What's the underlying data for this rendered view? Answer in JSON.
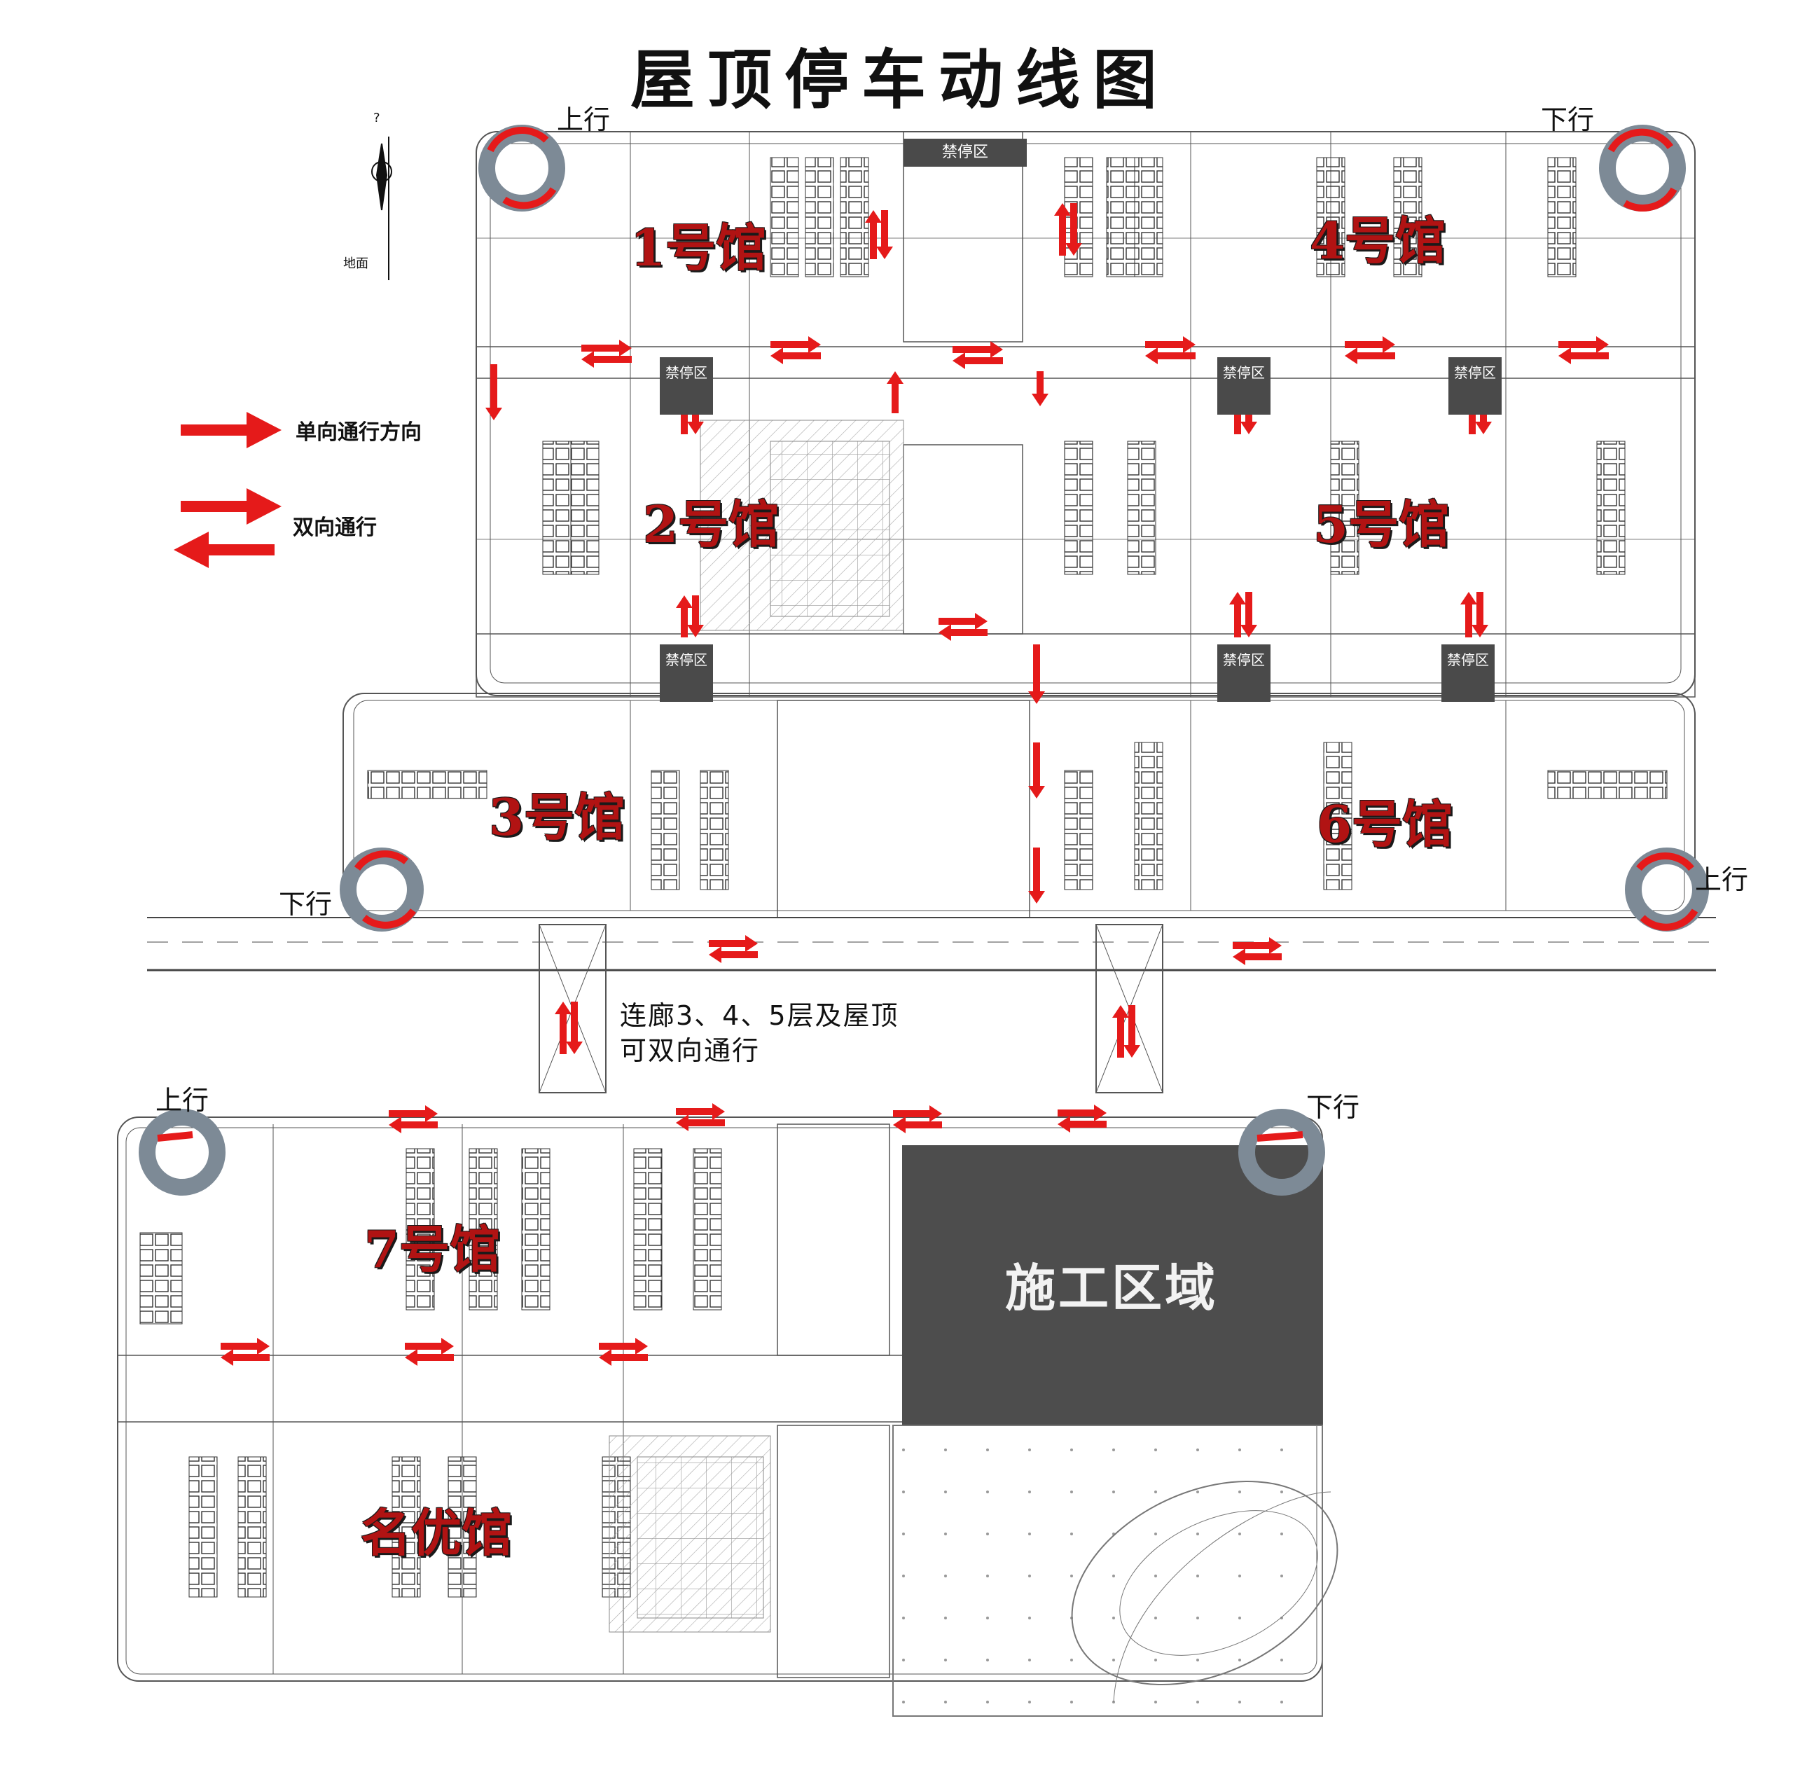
{
  "title": "屋顶停车动线图",
  "halls": {
    "h1": "1号馆",
    "h2": "2号馆",
    "h3": "3号馆",
    "h4": "4号馆",
    "h5": "5号馆",
    "h6": "6号馆",
    "h7": "7号馆",
    "mingyou": "名优馆"
  },
  "ramps": {
    "up_label": "上行",
    "down_label": "下行"
  },
  "no_parking_label": "禁停区",
  "legend": {
    "one_way": "单向通行方向",
    "two_way": "双向通行"
  },
  "corridor_note": {
    "line1": "连廊3、4、5层及屋顶",
    "line2": "可双向通行"
  },
  "construction_label": "施工区域",
  "compass": {
    "ground_label": "地面",
    "north_mark": "?"
  },
  "colors": {
    "arrow": "#e51a1a",
    "hall_text": "#b11313",
    "no_parking": "#4a4a4a",
    "construction": "#4d4d4d",
    "ramp": "#7d8a96",
    "line": "#555555"
  }
}
